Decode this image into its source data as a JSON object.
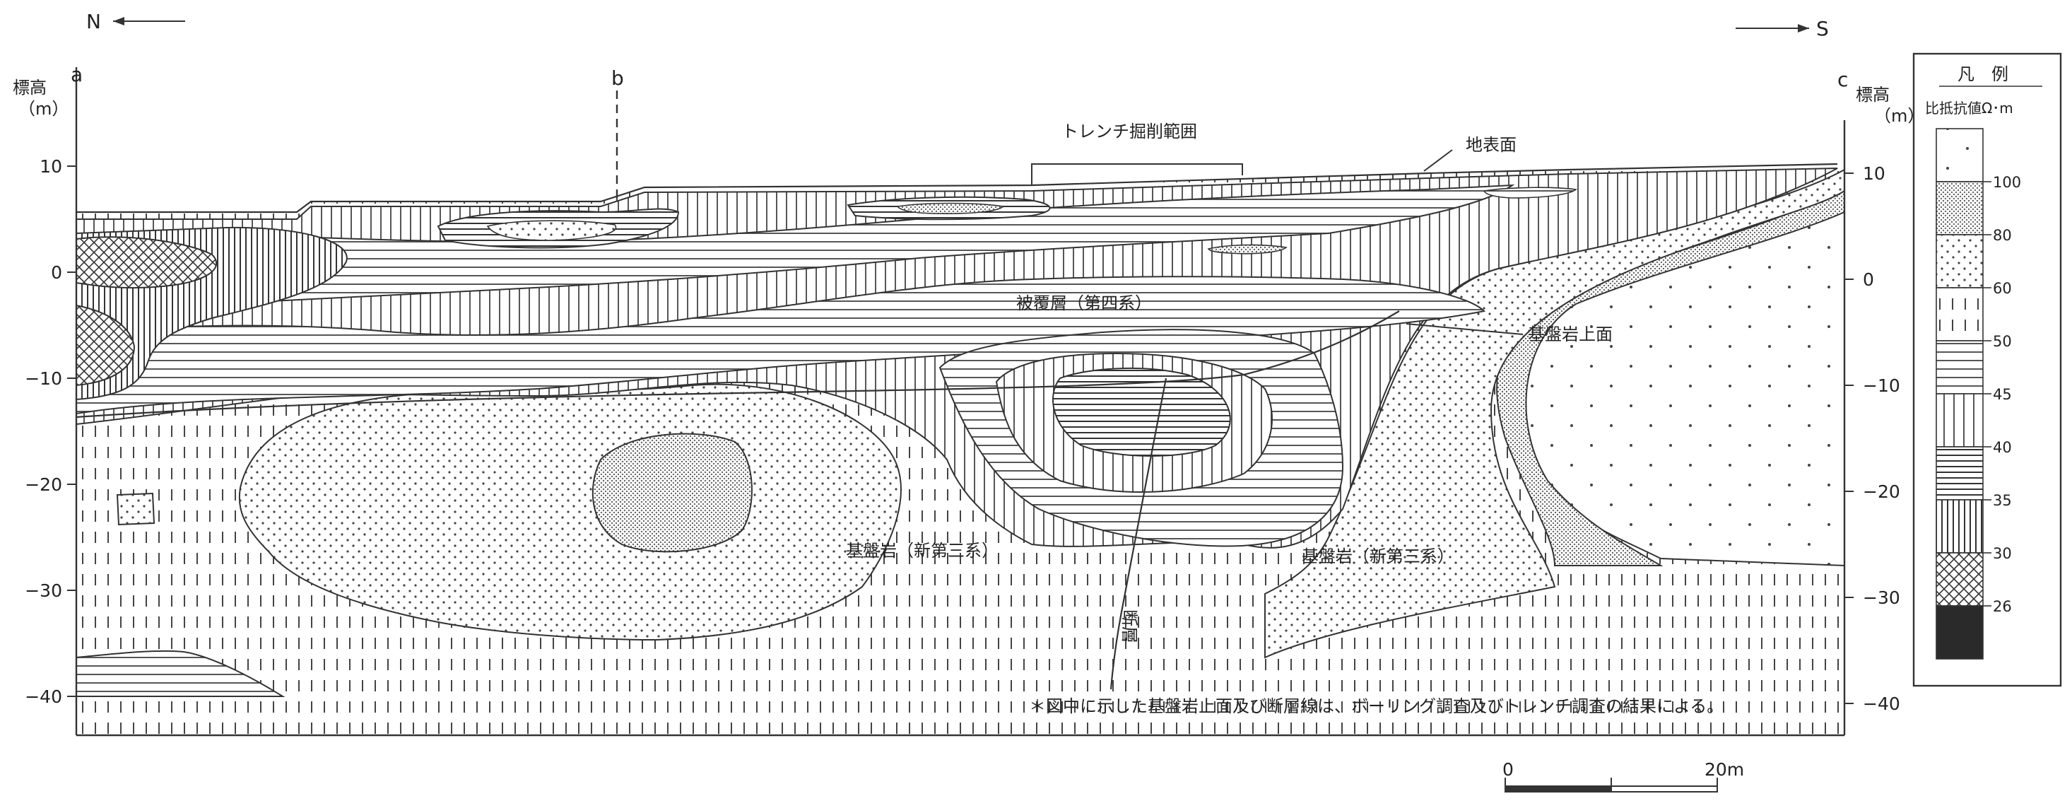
{
  "direction": {
    "north": "N",
    "south": "S"
  },
  "section_points": {
    "a": "a",
    "b": "b",
    "c": "c"
  },
  "axis": {
    "left_label_1": "標高",
    "left_label_2": "（m）",
    "right_label_1": "標高",
    "right_label_2": "（m）",
    "left_ticks": [
      "10",
      "0",
      "−10",
      "−20",
      "−30",
      "−40"
    ],
    "right_ticks": [
      "10",
      "0",
      "−10",
      "−20",
      "−30",
      "−40"
    ]
  },
  "annotations": {
    "trench_range": "トレンチ掘削範囲",
    "ground_surface": "地表面",
    "cover_layer": "被覆層（第四系）",
    "bedrock_surface": "基盤岩上面",
    "bedrock_left": "基盤岩（新第三系）",
    "bedrock_right": "基盤岩（新第三系）",
    "fault": "断層",
    "note": "＊図中に示した基盤岩上面及び断層線は、ボーリング調査及びトレンチ調査の結果による。"
  },
  "scale_bar": {
    "start": "0",
    "end": "20m"
  },
  "legend": {
    "title": "凡　例",
    "subtitle": "比抵抗値Ω･m",
    "entries": [
      {
        "value": "100",
        "pattern": "sparse-dots"
      },
      {
        "value": "80",
        "pattern": "fine-dots"
      },
      {
        "value": "60",
        "pattern": "dots"
      },
      {
        "value": "50",
        "pattern": "dashed-vertical"
      },
      {
        "value": "45",
        "pattern": "horizontal-lines"
      },
      {
        "value": "40",
        "pattern": "vertical-lines"
      },
      {
        "value": "35",
        "pattern": "dense-horizontal-lines"
      },
      {
        "value": "30",
        "pattern": "dense-vertical-lines"
      },
      {
        "value": "26",
        "pattern": "crosshatch"
      },
      {
        "value": "",
        "pattern": "solid-black"
      }
    ]
  },
  "colors": {
    "line": "#333333",
    "solid": "#2a2a2a",
    "paper": "#ffffff"
  }
}
